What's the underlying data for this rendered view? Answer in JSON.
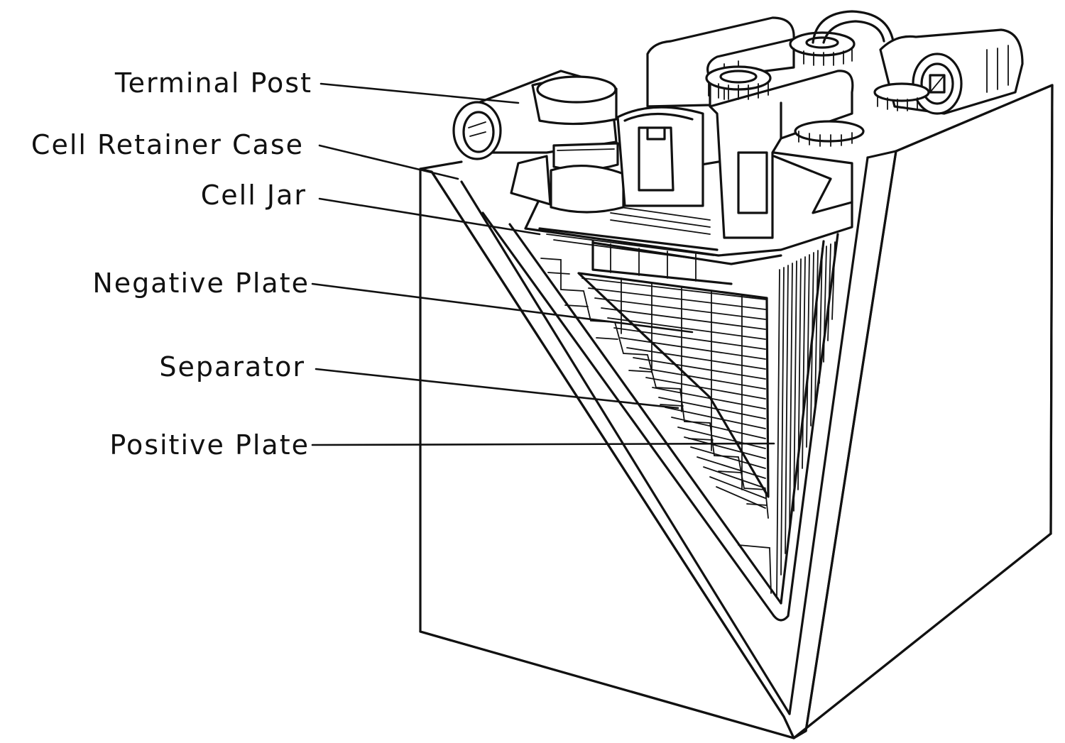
{
  "figure": {
    "subject": "Storage battery cell cutaway",
    "ink_color": "#111111",
    "paper_color": "#ffffff"
  },
  "labels": [
    {
      "id": "terminal-post",
      "text": "Terminal Post"
    },
    {
      "id": "cell-retainer-case",
      "text": "Cell Retainer Case"
    },
    {
      "id": "cell-jar",
      "text": "Cell Jar"
    },
    {
      "id": "negative-plate",
      "text": "Negative Plate"
    },
    {
      "id": "separator",
      "text": "Separator"
    },
    {
      "id": "positive-plate",
      "text": "Positive Plate"
    }
  ]
}
